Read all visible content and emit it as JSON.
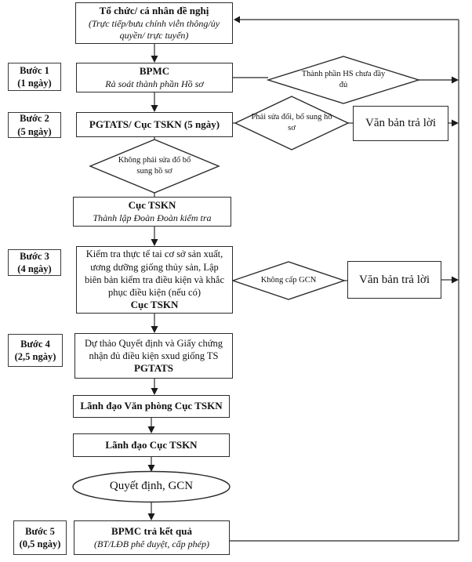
{
  "diagram": {
    "steps": [
      {
        "label": "Bước 1",
        "duration": "(1 ngày)"
      },
      {
        "label": "Bước 2",
        "duration": "(5 ngày)"
      },
      {
        "label": "Bước 3",
        "duration": "(4 ngày)"
      },
      {
        "label": "Bước 4",
        "duration": "(2,5 ngày)"
      },
      {
        "label": "Bước 5",
        "duration": "(0,5 ngày)"
      }
    ],
    "nodes": {
      "request": {
        "title": "Tổ chức/ cá nhân đề nghị",
        "subtitle": "(Trực tiếp/bưu chính viễn thông/ủy quyền/ trực tuyến)"
      },
      "bpmc": {
        "title": "BPMC",
        "subtitle": "Rà soát thành phần Hồ sơ"
      },
      "pgtats": {
        "title": "PGTATS/ Cục TSKN (5 ngày)"
      },
      "cuc_tskn": {
        "title": "Cục TSKN",
        "subtitle": "Thành lập Đoàn Đoàn kiểm tra"
      },
      "inspection": {
        "body": "Kiểm tra thực tế tai cơ sở sản xuất, ương dưỡng giống thủy sản, Lập biên bản kiểm tra điều kiện và khắc phục điều kiện (nếu có)",
        "footer": "Cục TSKN"
      },
      "draft": {
        "body": "Dự thảo Quyết định và Giấy chứng nhận đủ điều kiện sxud giống TS",
        "footer": "PGTATS"
      },
      "leader_office": {
        "title": "Lãnh đạo Văn phòng Cục TSKN"
      },
      "leader_dept": {
        "title": "Lãnh đạo Cục TSKN"
      },
      "decision": {
        "title": "Quyết định, GCN"
      },
      "result": {
        "title": "BPMC trả kết quả",
        "subtitle": "(BT/LĐB phê duyệt, cấp phép)"
      },
      "reply1": {
        "title": "Văn bản trả lời"
      },
      "reply2": {
        "title": "Văn bản trả lời"
      }
    },
    "decisions": {
      "d1": "Thành phần HS chưa đầy đủ",
      "d2": "Phải sửa đổi, bổ sung hồ sơ",
      "d3": "Không phải sửa đổ bổ sung hồ sơ",
      "d4": "Không cấp GCN"
    },
    "colors": {
      "background": "#ffffff",
      "border": "#2b2b2b",
      "connector": "#4a4a4a",
      "text": "#111111"
    }
  }
}
